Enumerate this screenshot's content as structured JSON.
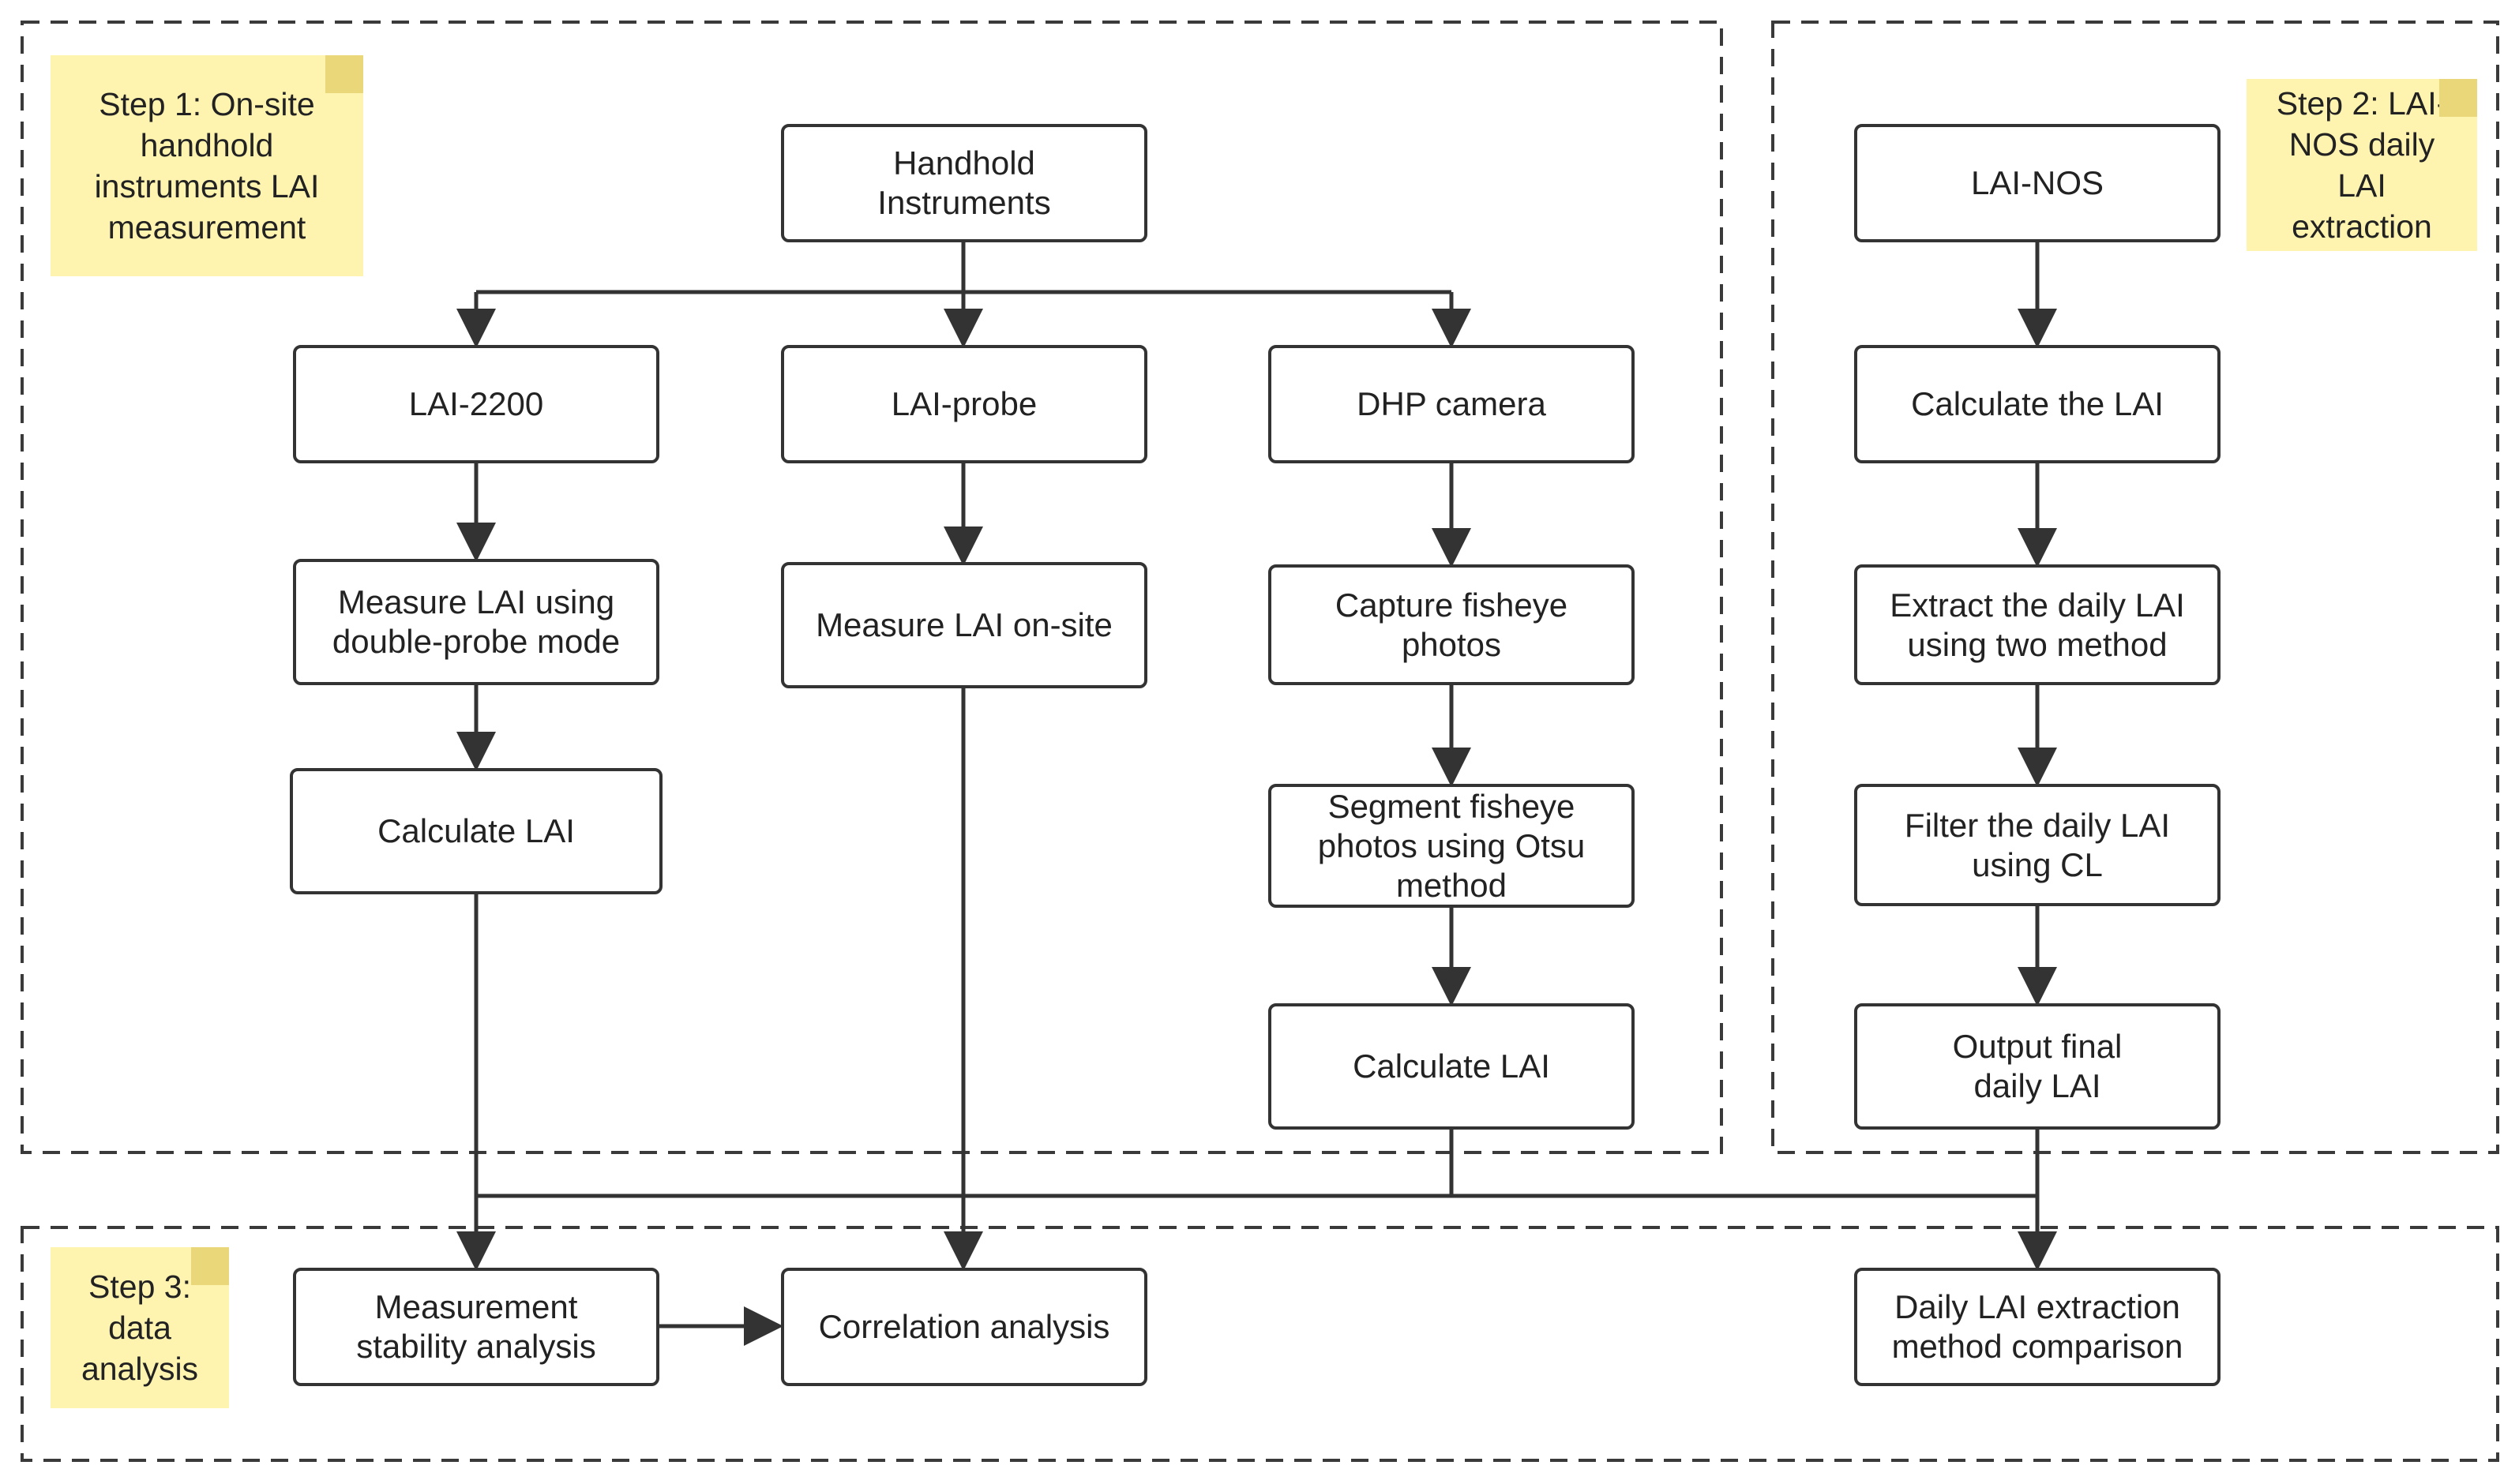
{
  "steps": {
    "step1": "Step 1: On-site\nhandhold\ninstruments LAI\nmeasurement",
    "step2": "Step 2: LAI-\nNOS daily\nLAI\nextraction",
    "step3": "Step 3:\ndata\nanalysis"
  },
  "nodes": {
    "handheld_instruments": "Handhold\nInstruments",
    "lai_2200": "LAI-2200",
    "lai_probe": "LAI-probe",
    "dhp_camera": "DHP camera",
    "measure_double_probe": "Measure LAI using\ndouble-probe mode",
    "measure_onsite": "Measure LAI on-site",
    "capture_fisheye": "Capture fisheye\nphotos",
    "calculate_lai_2200": "Calculate LAI",
    "segment_fisheye": "Segment fisheye\nphotos using Otsu\nmethod",
    "calculate_lai_dhp": "Calculate LAI",
    "lai_nos": "LAI-NOS",
    "calculate_the_lai": "Calculate the LAI",
    "extract_daily": "Extract the daily LAI\nusing two method",
    "filter_daily": "Filter the daily LAI\nusing CL",
    "output_final": "Output final\ndaily LAI",
    "stability_analysis": "Measurement\nstability analysis",
    "correlation_analysis": "Correlation analysis",
    "method_comparison": "Daily LAI extraction\nmethod comparison"
  },
  "colors": {
    "note_fill": "#fff3b0",
    "line": "#333333"
  }
}
